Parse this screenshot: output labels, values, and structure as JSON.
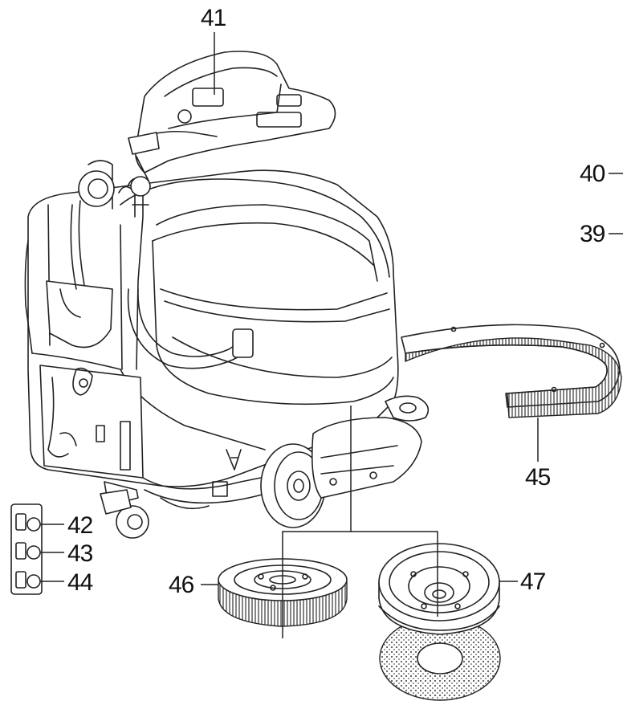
{
  "diagram": {
    "colors": {
      "line": "#222222",
      "background": "#ffffff",
      "bristle": "#333333",
      "pad_dots": "#555555"
    },
    "callouts": [
      {
        "id": "41",
        "label": "41",
        "part": "handle / control console"
      },
      {
        "id": "40",
        "label": "40",
        "part": "unspecified (label cropped at right edge)"
      },
      {
        "id": "39",
        "label": "39",
        "part": "unspecified (label cropped at right edge)"
      },
      {
        "id": "42",
        "label": "42",
        "part": "switch panel button top"
      },
      {
        "id": "43",
        "label": "43",
        "part": "switch panel button middle"
      },
      {
        "id": "44",
        "label": "44",
        "part": "switch panel button bottom"
      },
      {
        "id": "45",
        "label": "45",
        "part": "splash skirt brush"
      },
      {
        "id": "46",
        "label": "46",
        "part": "disc brush"
      },
      {
        "id": "47",
        "label": "47",
        "part": "pad driver with pad"
      }
    ]
  }
}
